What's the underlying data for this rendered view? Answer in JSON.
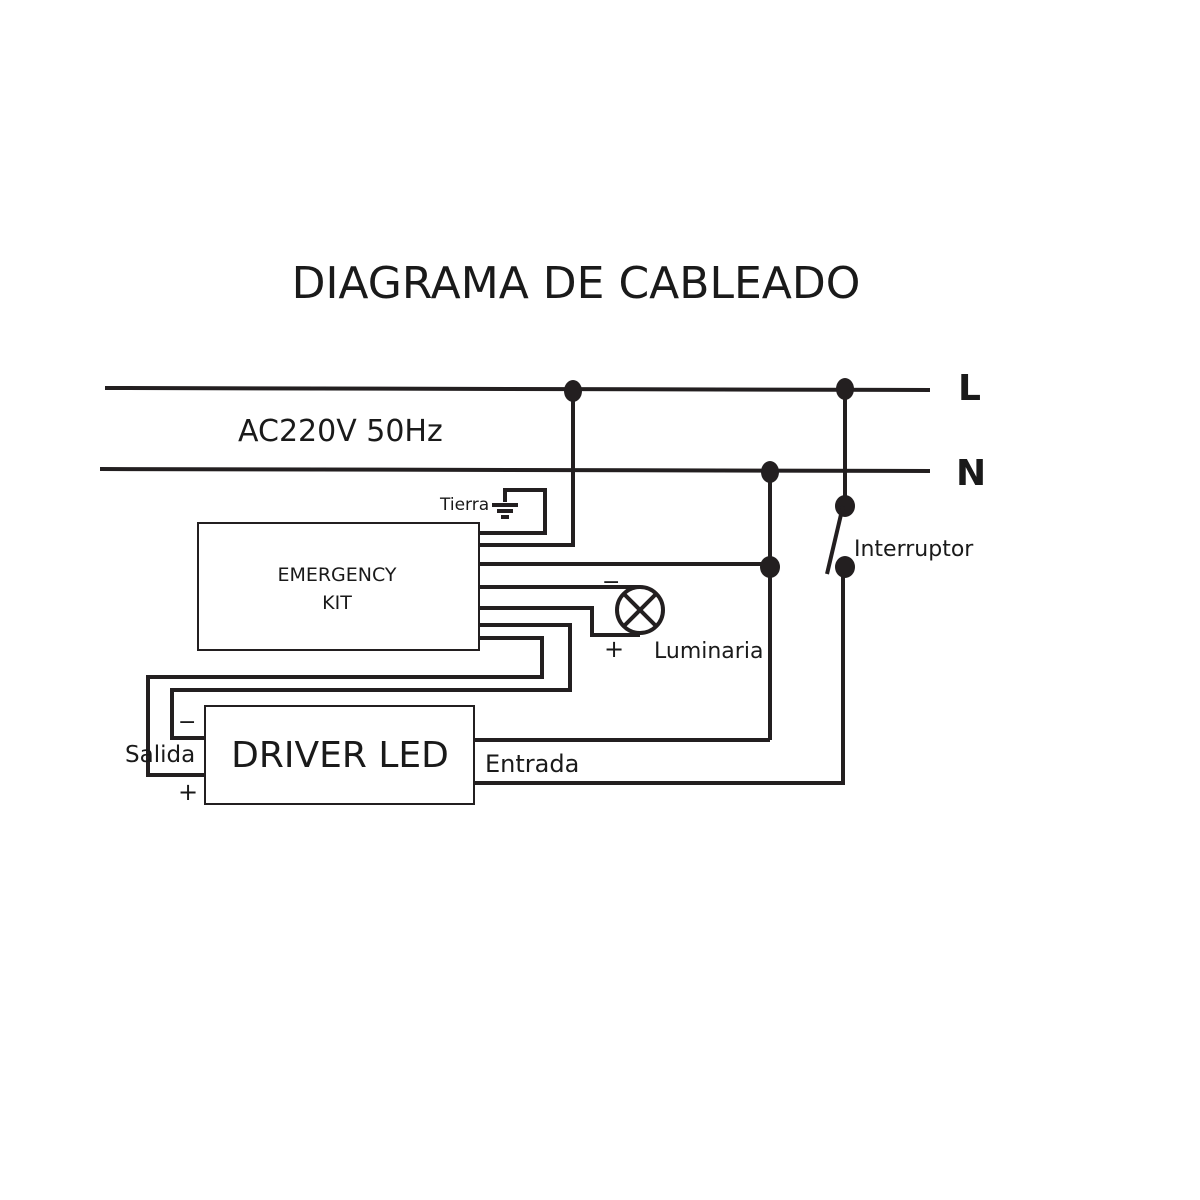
{
  "title": "DIAGRAMA DE CABLEADO",
  "supply": {
    "label": "AC220V  50Hz",
    "line_label": "L",
    "neutral_label": "N",
    "line_color": "#e30613",
    "neutral_color": "#3a7fd5"
  },
  "components": {
    "emergency_kit": [
      "EMERGENCY",
      "KIT"
    ],
    "driver": "DRIVER LED",
    "ground": "Tierra",
    "lamp": "Luminaria",
    "switch": "Interruptor",
    "output": "Salida",
    "input": "Entrada",
    "minus": "−",
    "plus": "+"
  }
}
